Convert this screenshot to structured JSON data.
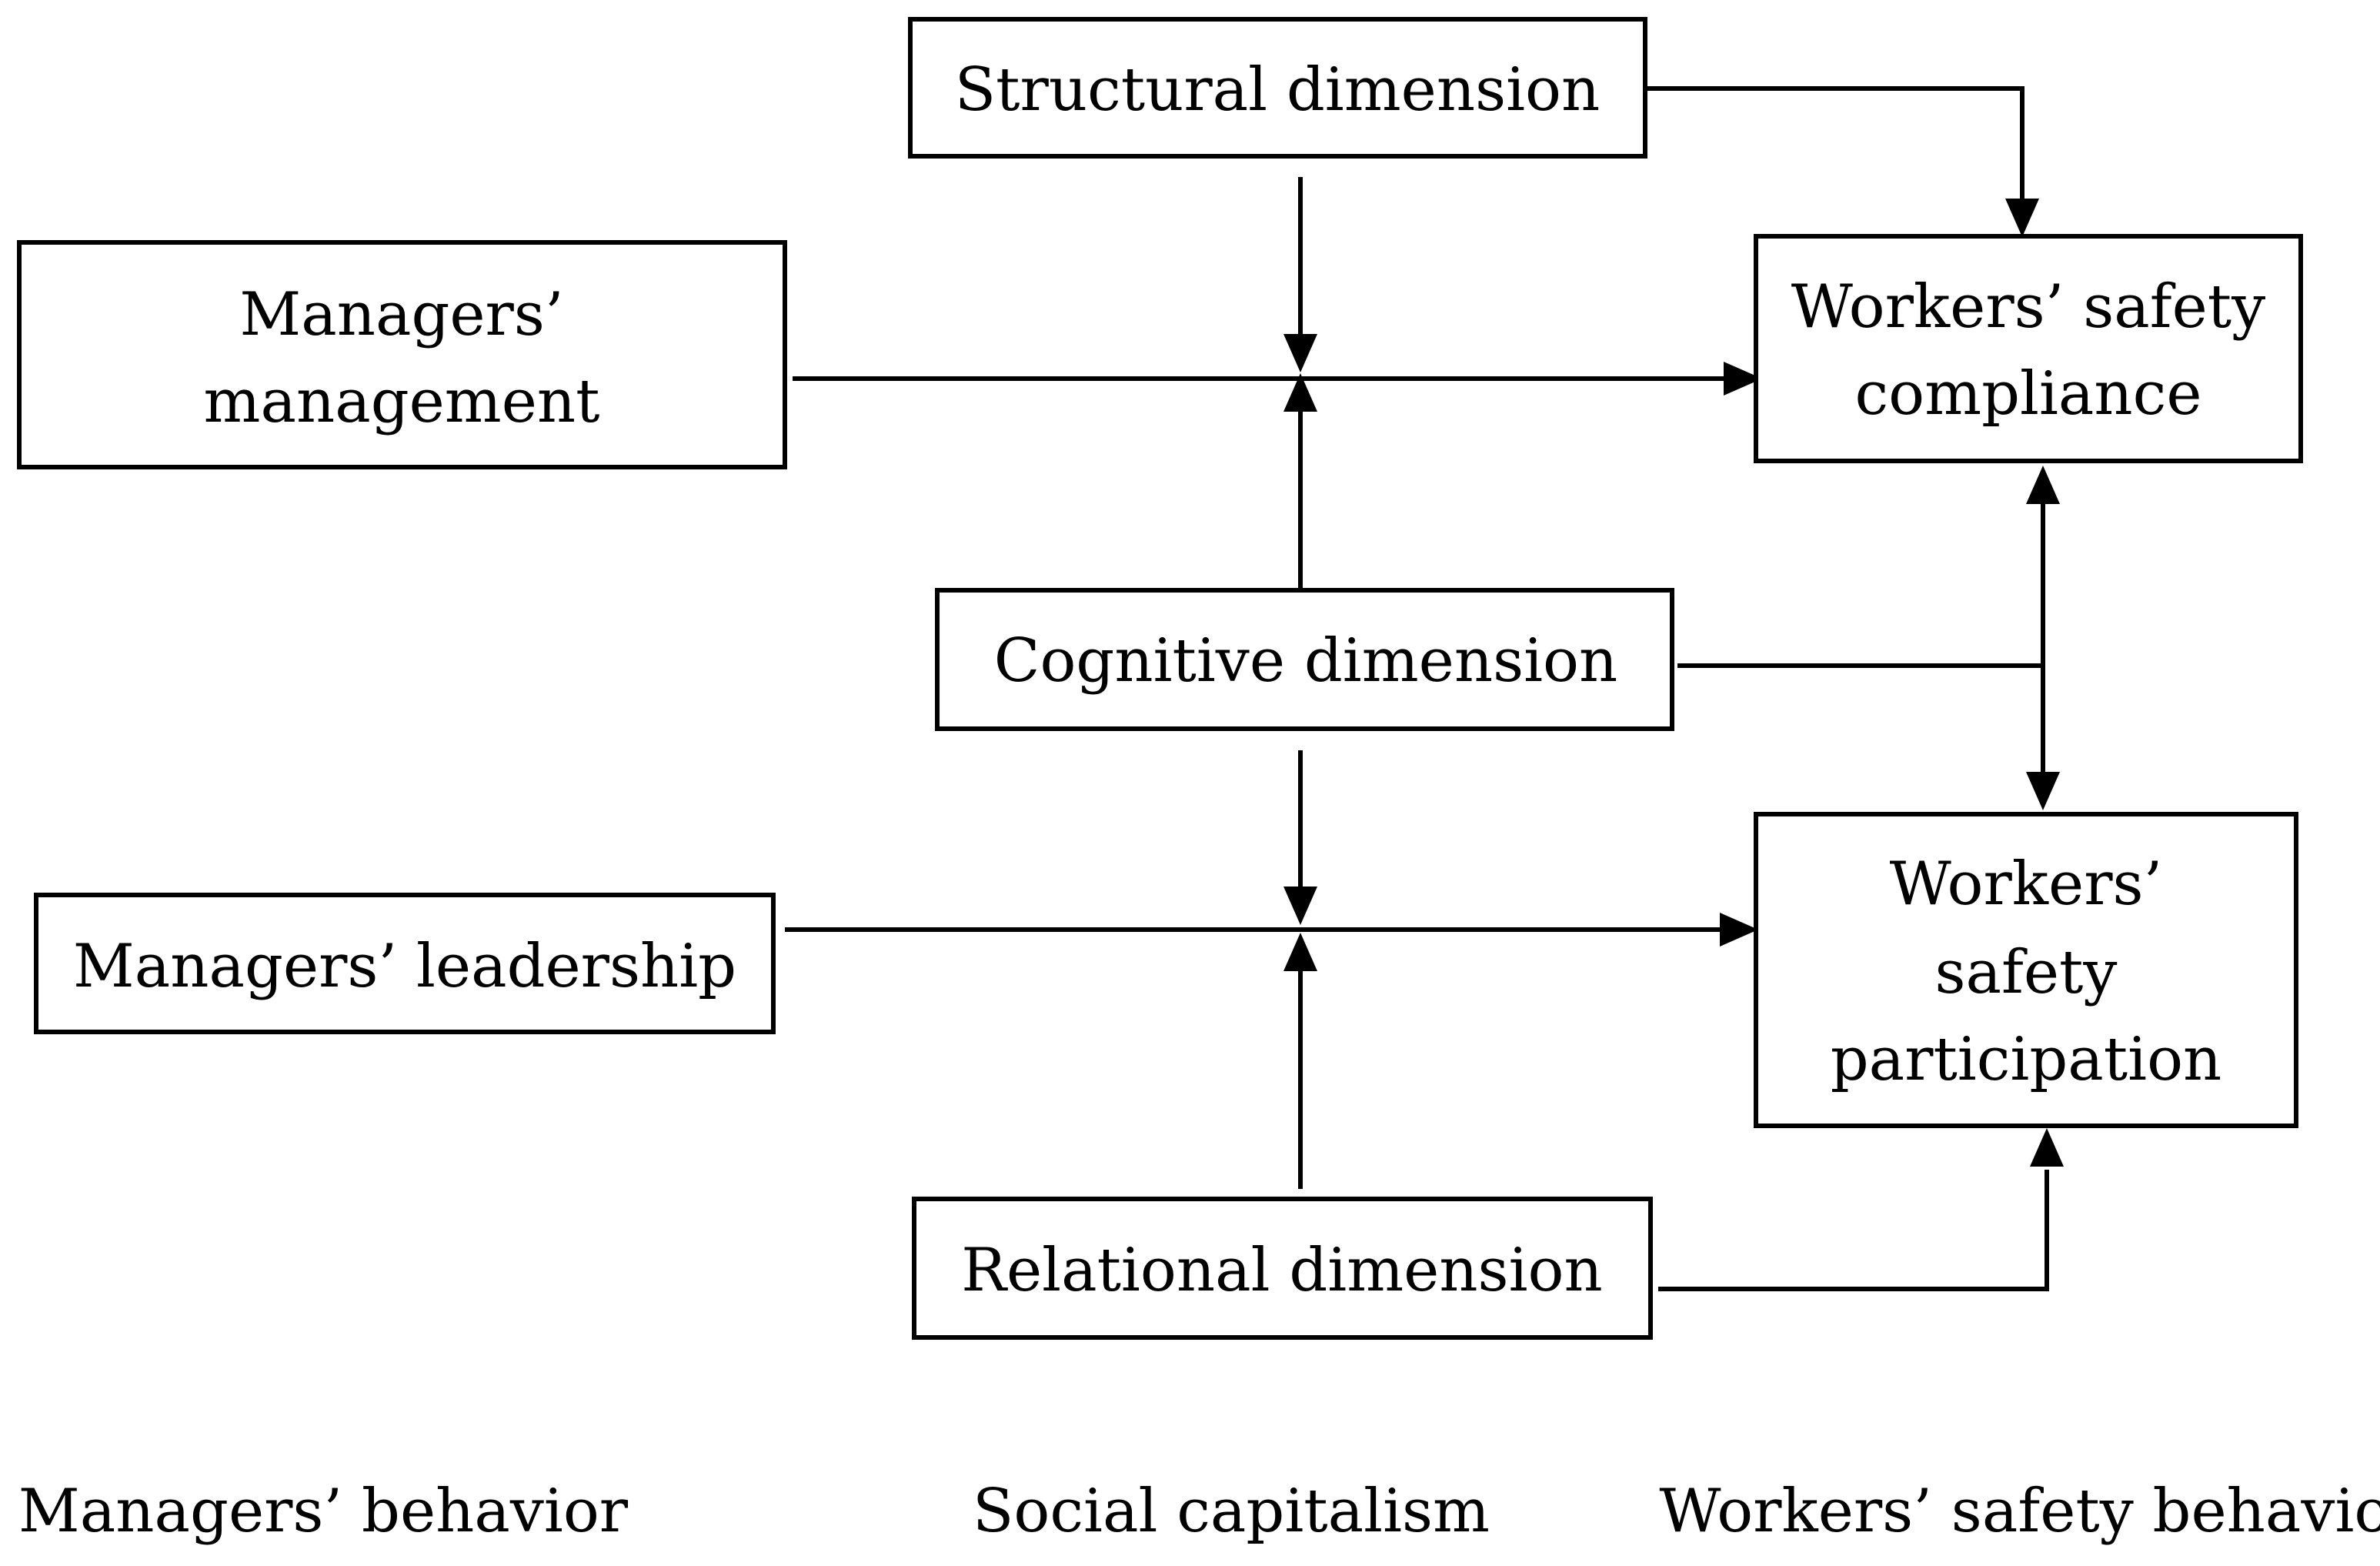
{
  "diagram": {
    "boxes": {
      "structural": [
        "Structural dimension"
      ],
      "management": [
        "Managers’",
        "management"
      ],
      "compliance": [
        "Workers’ safety",
        "compliance"
      ],
      "cognitive": [
        "Cognitive dimension"
      ],
      "leadership": [
        "Managers’ leadership"
      ],
      "participation": [
        "Workers’",
        "safety",
        "participation"
      ],
      "relational": [
        "Relational dimension"
      ]
    },
    "column_labels": {
      "managers": "Managers’ behavior",
      "social": "Social capitalism",
      "workers": "Workers’ safety behavior"
    }
  }
}
